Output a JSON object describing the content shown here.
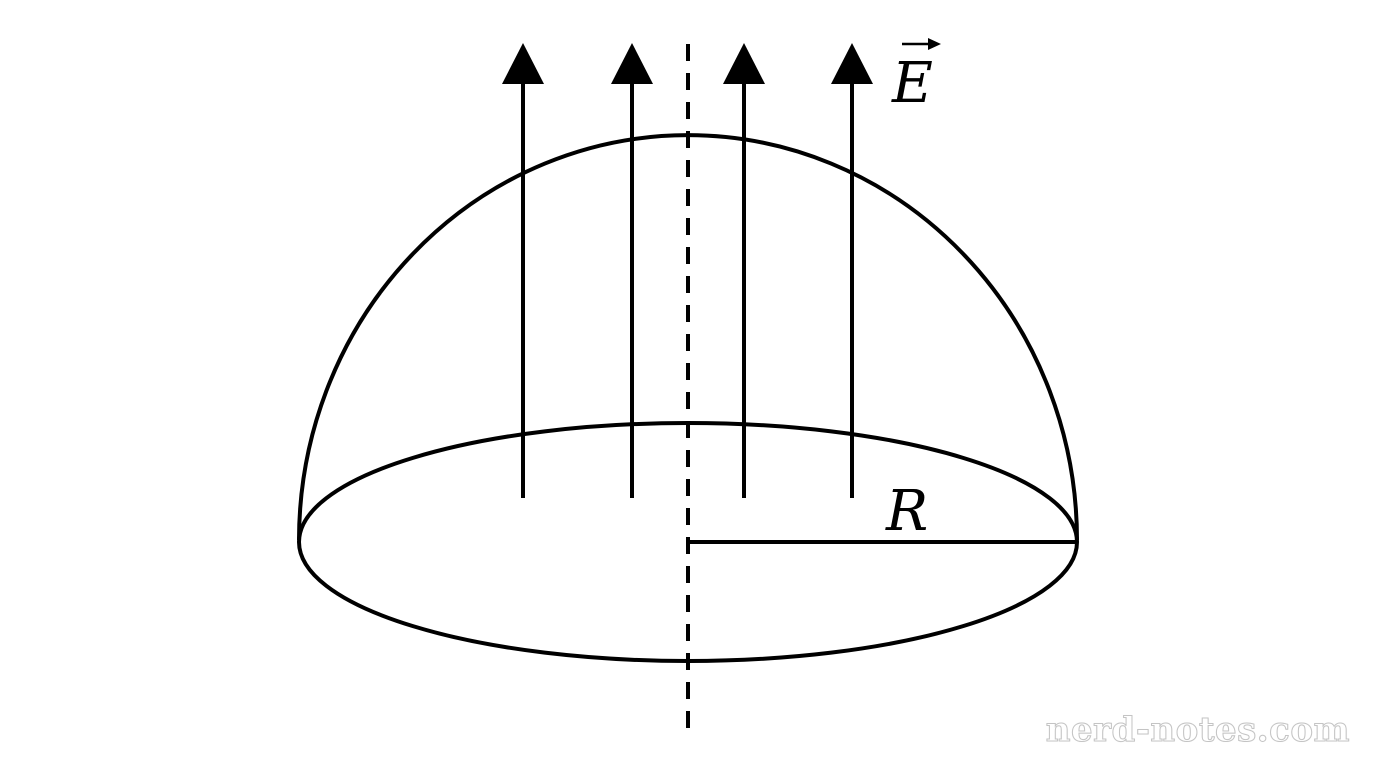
{
  "labels": {
    "field": "E",
    "radius": "R"
  },
  "watermark": "nerd-notes.com",
  "field_line_count": 4,
  "colors": {
    "ink": "#000000",
    "background": "#ffffff",
    "watermark_outline": "#c4c4c4"
  }
}
